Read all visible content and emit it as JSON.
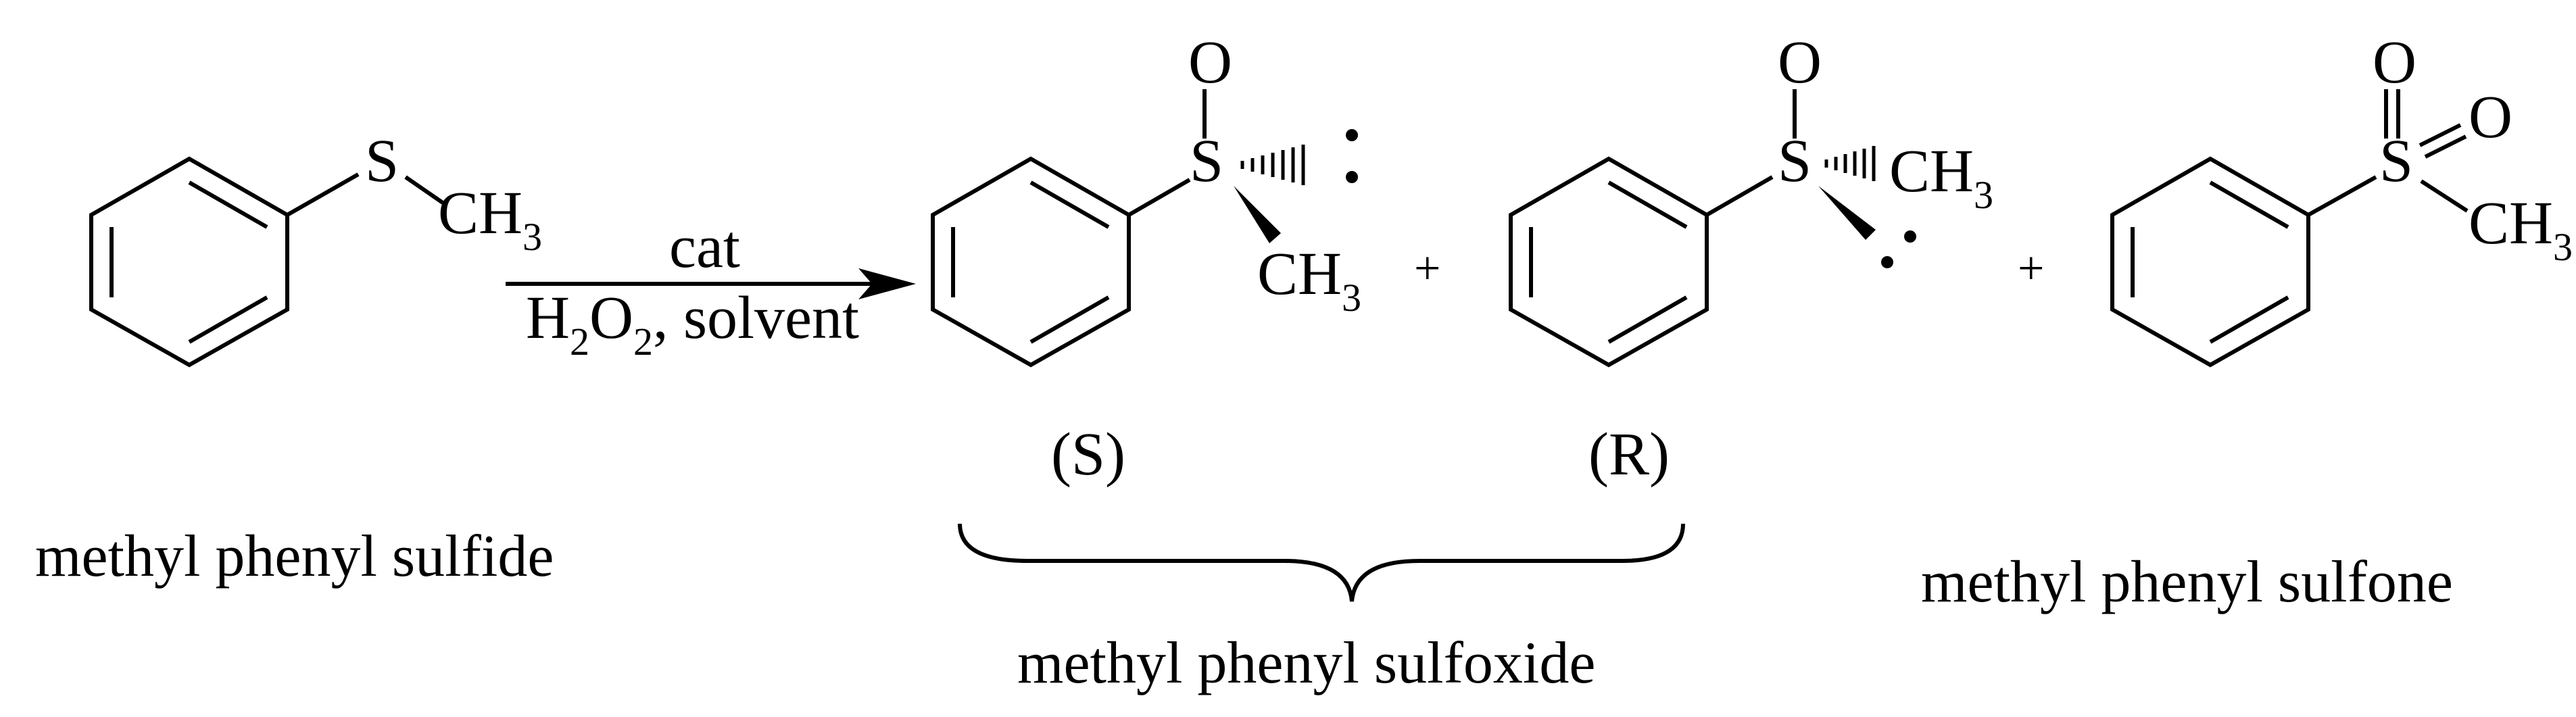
{
  "reactant": {
    "s_label": "S",
    "methyl_label": "CH",
    "methyl_sub": "3",
    "caption": "methyl phenyl sulfide"
  },
  "reaction": {
    "catalyst": "cat",
    "reagent_h": "H",
    "reagent_h_sub": "2",
    "reagent_o": "O",
    "reagent_o_sub": "2",
    "reagent_rest": ", solvent"
  },
  "product_s": {
    "o_label": "O",
    "s_label": "S",
    "methyl_label": "CH",
    "methyl_sub": "3",
    "config": "(S)"
  },
  "product_r": {
    "o_label": "O",
    "s_label": "S",
    "methyl_label": "CH",
    "methyl_sub": "3",
    "config": "(R)"
  },
  "plus_1": "+",
  "plus_2": "+",
  "sulfoxide_caption": "methyl phenyl sulfoxide",
  "sulfone": {
    "o1_label": "O",
    "o2_label": "O",
    "s_label": "S",
    "methyl_label": "CH",
    "methyl_sub": "3",
    "caption": "methyl phenyl sulfone"
  }
}
